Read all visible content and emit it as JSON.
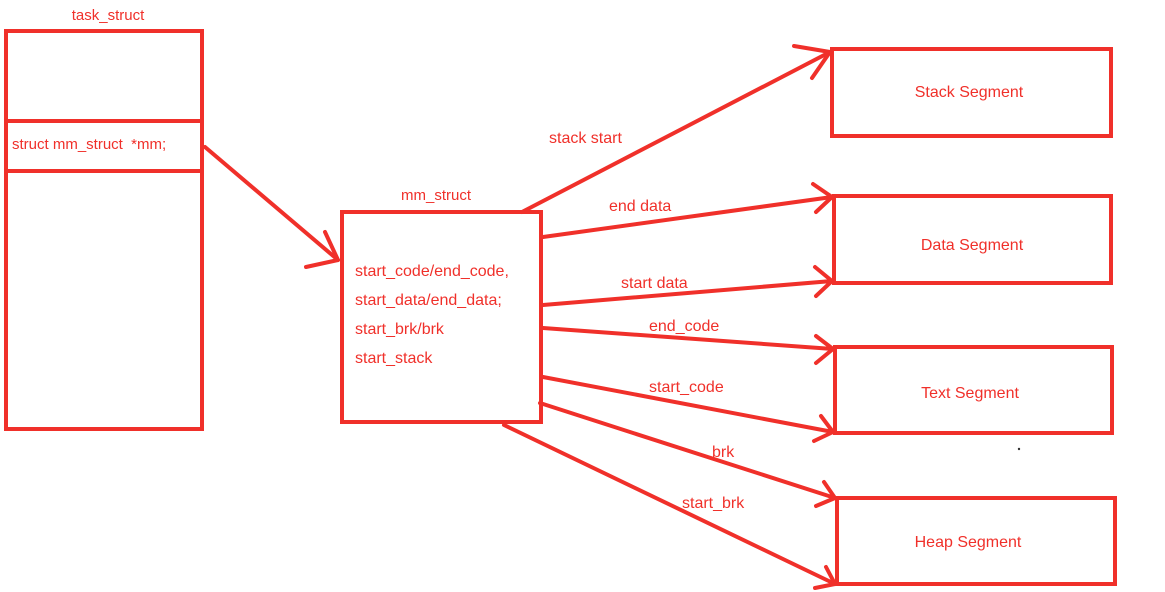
{
  "task_struct": {
    "title": "task_struct",
    "field": "struct mm_struct  *mm;"
  },
  "mm_struct": {
    "title": "mm_struct",
    "fields": [
      "start_code/end_code,",
      "start_data/end_data;",
      "start_brk/brk",
      "start_stack"
    ]
  },
  "segments": {
    "stack": "Stack Segment",
    "data": "Data Segment",
    "text": "Text Segment",
    "heap": "Heap Segment"
  },
  "pointers": {
    "stack_start": "stack start",
    "end_data": "end data",
    "start_data": "start data",
    "end_code": "end_code",
    "start_code": "start_code",
    "brk": "brk",
    "start_brk": "start_brk"
  },
  "colors": {
    "stroke": "#f0302a",
    "background": "#ffffff"
  }
}
